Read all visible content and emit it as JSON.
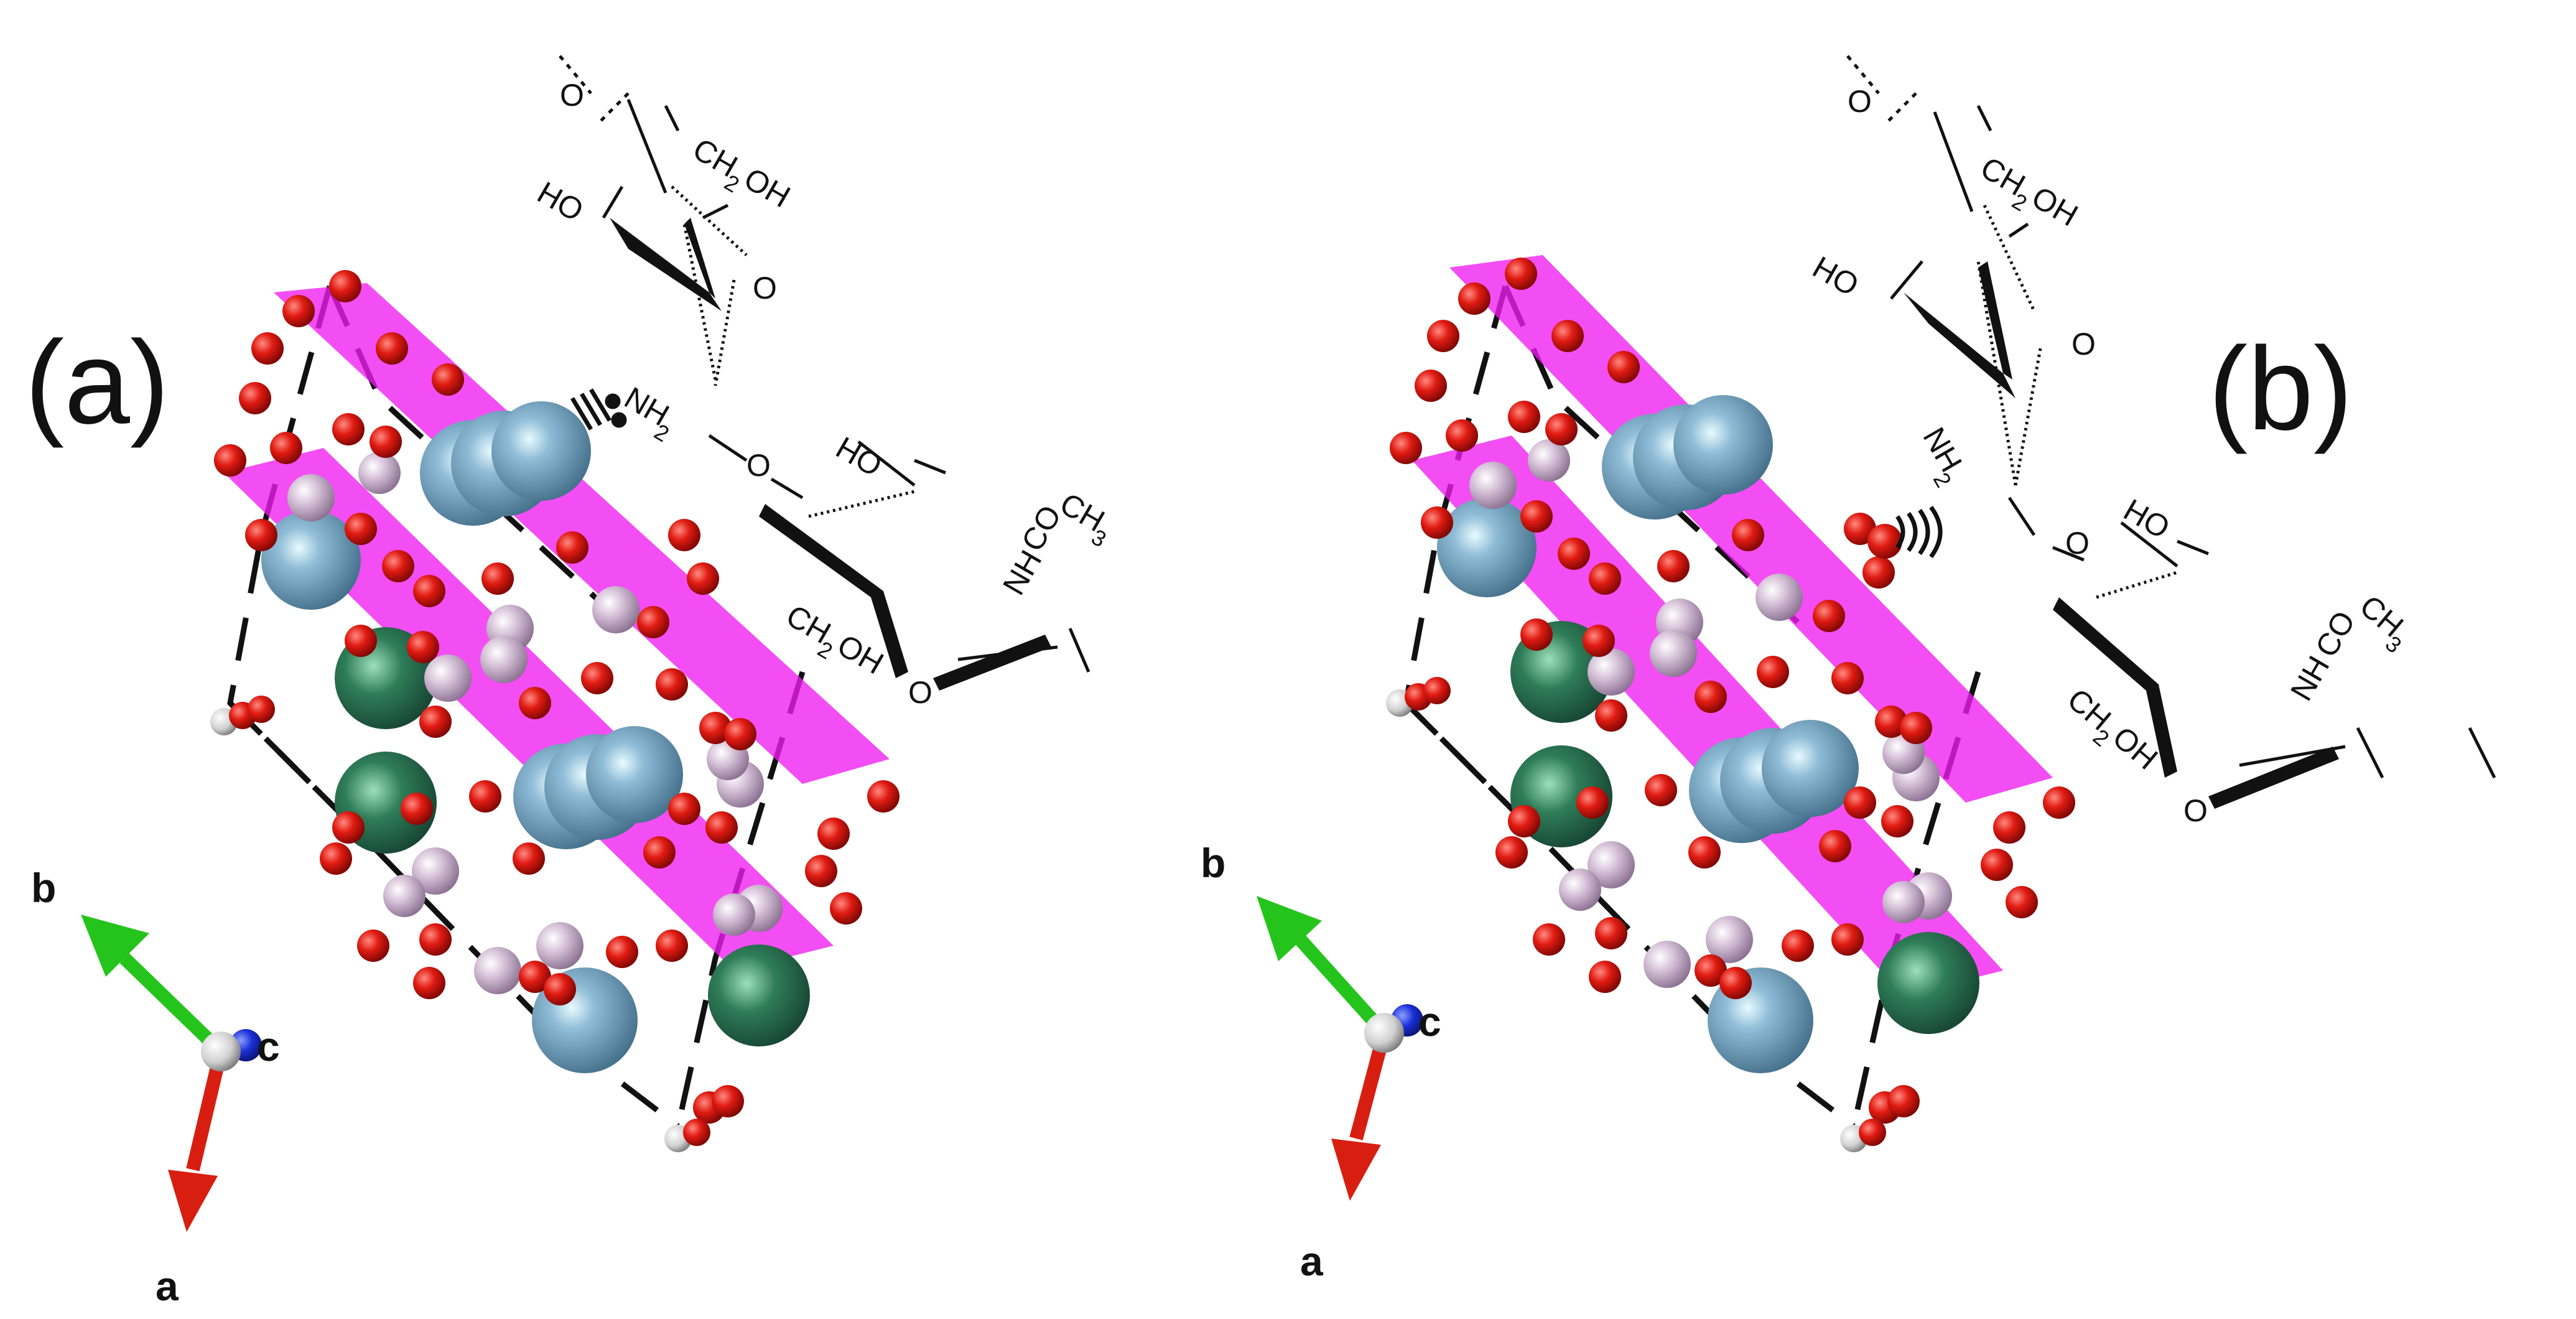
{
  "panels": [
    {
      "label": "(a)",
      "interaction_symbol": "dot-bond",
      "chem_text": {
        "ch2oh_top": "CH",
        "ch2oh_top_sub": "2",
        "ch2oh_top_tail": "OH",
        "ho_top": "HO",
        "o_ring_top": "O",
        "o_link_top": "O",
        "nh2": "NH",
        "nh2_sub": "2",
        "o_glyco": "O",
        "ho_mid": "HO",
        "ch2oh_low": "CH",
        "ch2oh_low_sub": "2",
        "ch2oh_low_tail": "OH",
        "nh": "NH",
        "co": "CO",
        "ch3": "CH",
        "ch3_sub": "3",
        "o_ring_low": "O"
      },
      "axes": {
        "a": "a",
        "b": "b",
        "c": "c"
      }
    },
    {
      "label": "(b)",
      "interaction_symbol": "arc-bond",
      "chem_text": {
        "ch2oh_top": "CH",
        "ch2oh_top_sub": "2",
        "ch2oh_top_tail": "OH",
        "ho_top": "HO",
        "o_ring_top": "O",
        "o_link_top": "O",
        "nh2": "NH",
        "nh2_sub": "2",
        "o_glyco": "O",
        "ho_mid": "HO",
        "ch2oh_low": "CH",
        "ch2oh_low_sub": "2",
        "ch2oh_low_tail": "OH",
        "nh": "NH",
        "co": "CO",
        "ch3": "CH",
        "ch3_sub": "3",
        "o_ring_low": "O"
      },
      "axes": {
        "a": "a",
        "b": "b",
        "c": "c"
      }
    }
  ],
  "colors": {
    "plane": "#f01cf0",
    "oxygen": "#d8100c",
    "large_blue_atom": "#5d8fae",
    "green_atom": "#2e7a56",
    "lilac_atom": "#cdb6cf",
    "axis_a": "#d81e10",
    "axis_b": "#25c41c",
    "axis_c": "#1a2fd8"
  }
}
